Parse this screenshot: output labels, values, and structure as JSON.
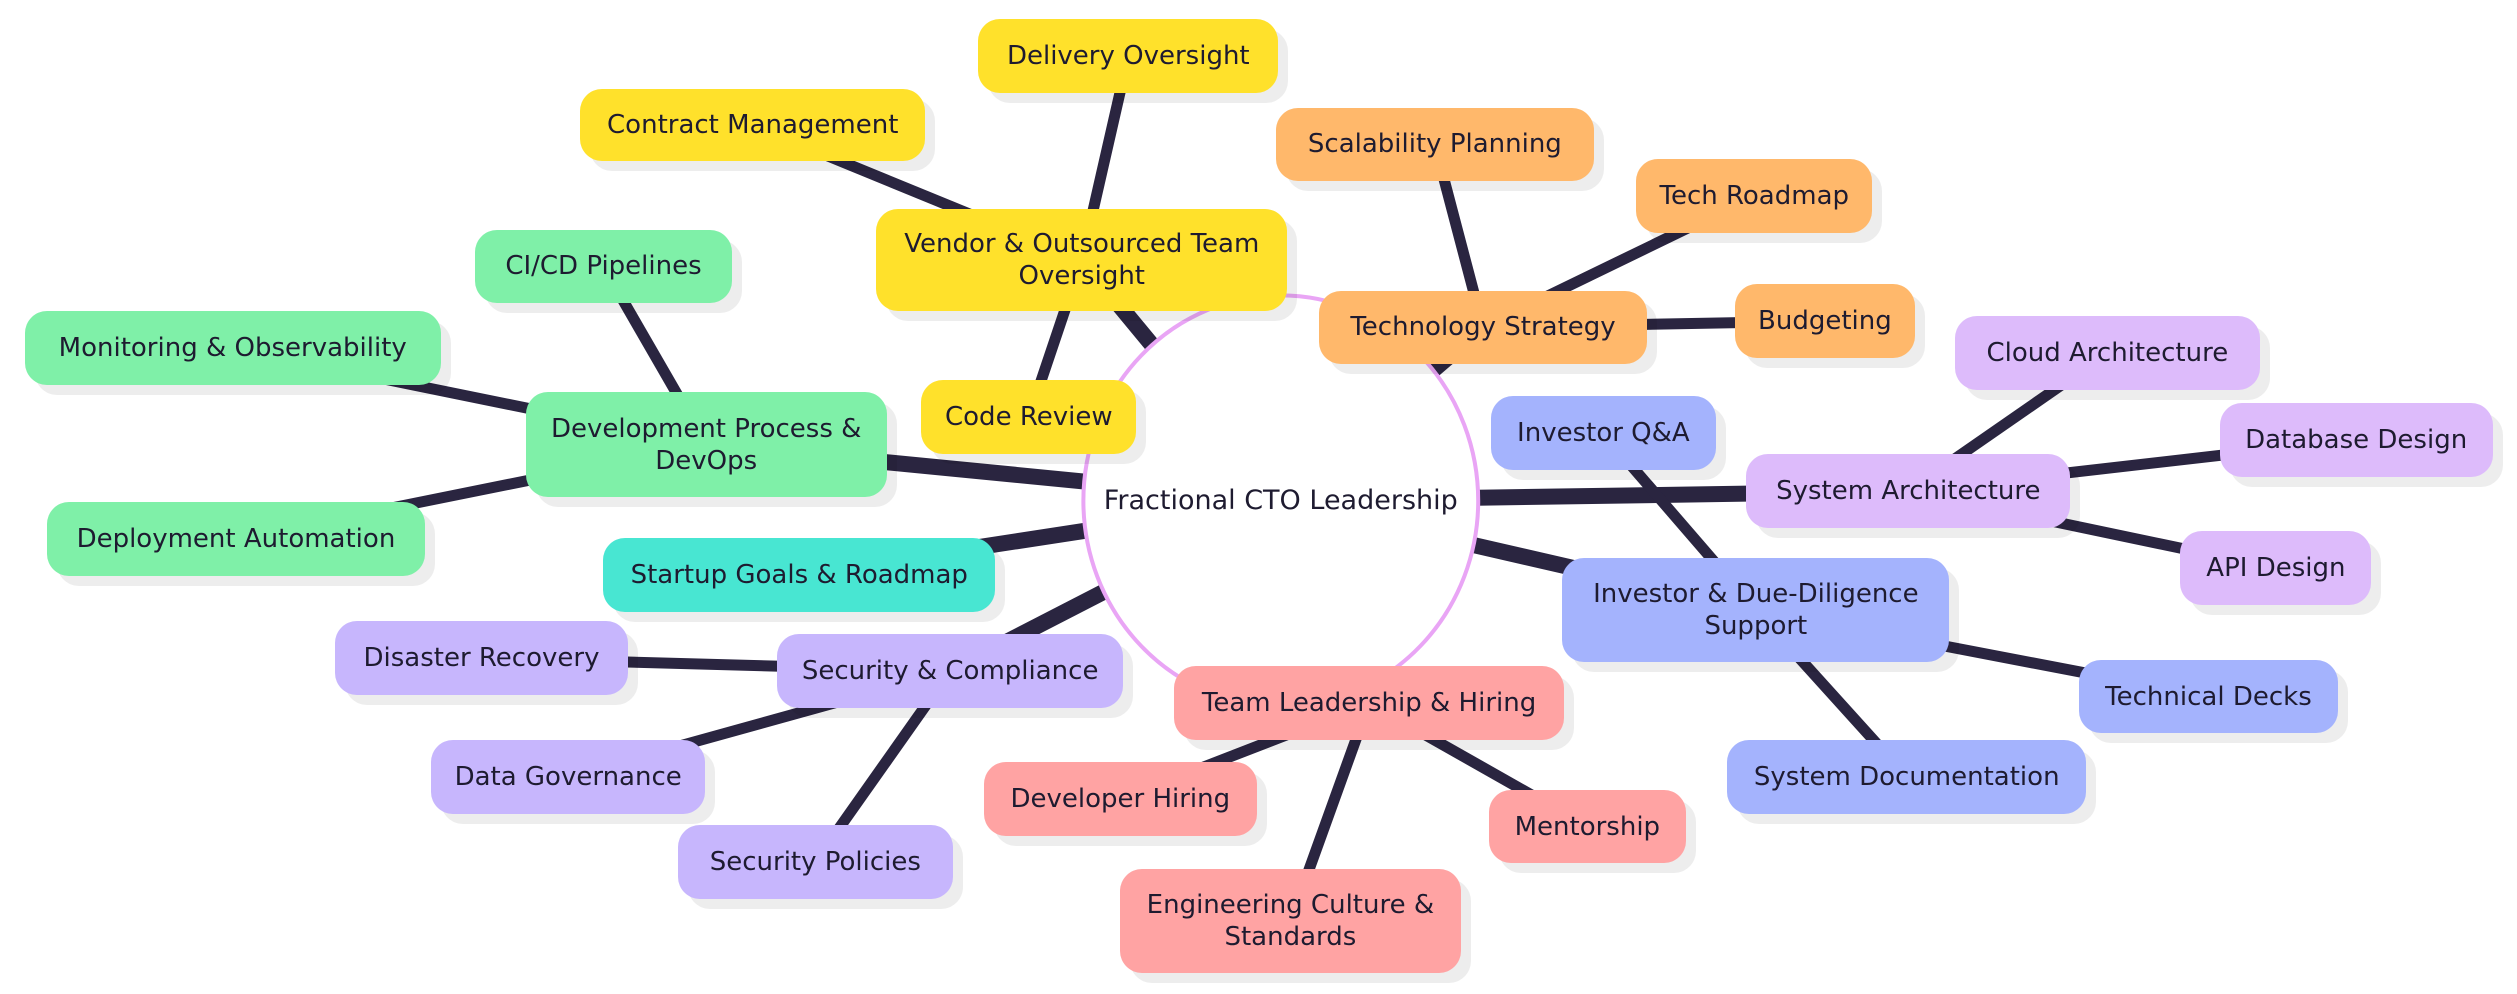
{
  "root": {
    "label": "Fractional CTO Leadership"
  },
  "branches": [
    {
      "label": "Vendor & Outsourced Team Oversight",
      "color": "#FFE12B",
      "children": [
        "Delivery Oversight",
        "Contract Management",
        "Code Review"
      ]
    },
    {
      "label": "Technology Strategy",
      "color": "#FFB86B",
      "children": [
        "Scalability Planning",
        "Tech Roadmap",
        "Budgeting"
      ]
    },
    {
      "label": "System Architecture",
      "color": "#DDBBFB",
      "children": [
        "Cloud Architecture",
        "Database Design",
        "API Design"
      ]
    },
    {
      "label": "Investor & Due-Diligence Support",
      "color": "#A4B3FD",
      "children": [
        "Investor Q&A",
        "Technical Decks",
        "System Documentation"
      ]
    },
    {
      "label": "Team Leadership & Hiring",
      "color": "#FFA3A3",
      "children": [
        "Developer Hiring",
        "Engineering Culture & Standards",
        "Mentorship"
      ]
    },
    {
      "label": "Security & Compliance",
      "color": "#C7B6FD",
      "children": [
        "Disaster Recovery",
        "Data Governance",
        "Security Policies"
      ]
    },
    {
      "label": "Startup Goals & Roadmap",
      "color": "#48E6D2",
      "children": []
    },
    {
      "label": "Development Process & DevOps",
      "color": "#7FF0A8",
      "children": [
        "CI/CD Pipelines",
        "Monitoring & Observability",
        "Deployment Automation"
      ]
    }
  ],
  "colors": {
    "edge": "#2A2540",
    "root_border": "#E9A5F5",
    "text": "#1E1B30"
  }
}
